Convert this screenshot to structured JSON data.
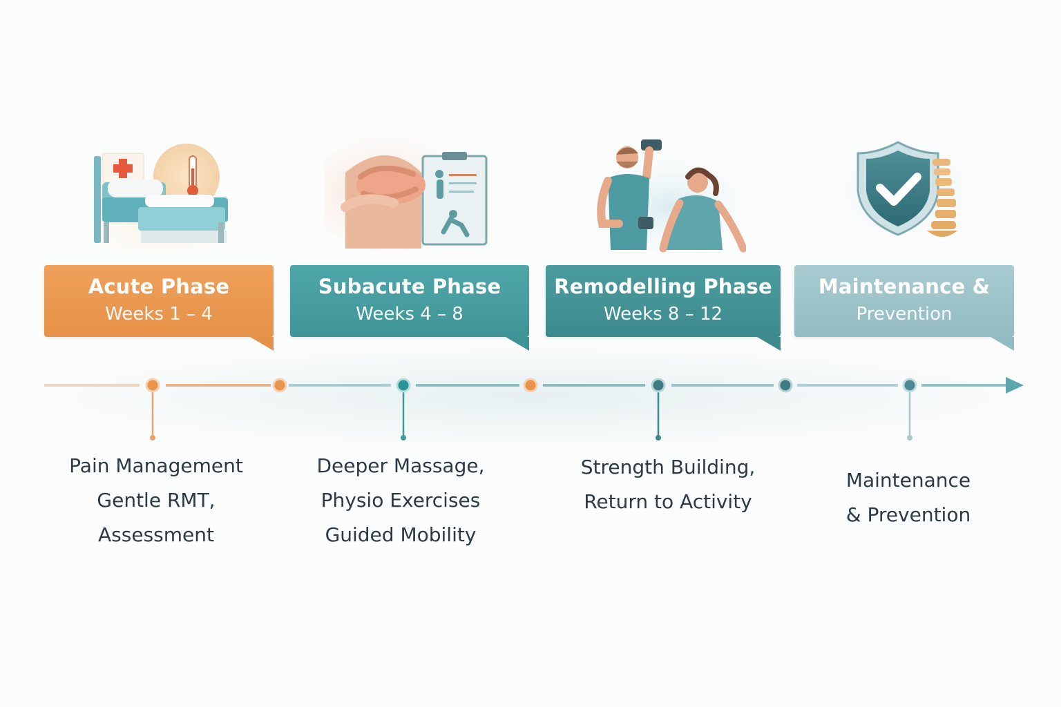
{
  "phases": [
    {
      "title": "Acute Phase",
      "weeks": "Weeks 1 – 4",
      "activities": [
        "Pain Management",
        "Gentle RMT,",
        "Assessment"
      ],
      "color": "#e8944b",
      "illustration": "hospital-bed-thermometer-icon"
    },
    {
      "title": "Subacute Phase",
      "weeks": "Weeks 4 – 8",
      "activities": [
        "Deeper Massage,",
        "Physio Exercises",
        "Guided Mobility"
      ],
      "color": "#42999b",
      "illustration": "massage-hands-clipboard-icon"
    },
    {
      "title": "Remodelling Phase",
      "weeks": "Weeks 8 – 12",
      "activities": [
        "Strength Building,",
        "Return to Activity"
      ],
      "color": "#3f8d91",
      "illustration": "people-exercising-icon"
    },
    {
      "title": "Maintenance &",
      "weeks": "Prevention",
      "activities": [
        "Maintenance",
        "& Prevention"
      ],
      "color": "#9cc2c7",
      "illustration": "shield-check-spine-icon"
    }
  ],
  "timeline": {
    "arrow_color": "#3f8d91",
    "milestone_colors": [
      "#e8944b",
      "#e8944b",
      "#2a9598",
      "#e8944b",
      "#3d7c82",
      "#3d7c82",
      "#4a8b92"
    ]
  }
}
